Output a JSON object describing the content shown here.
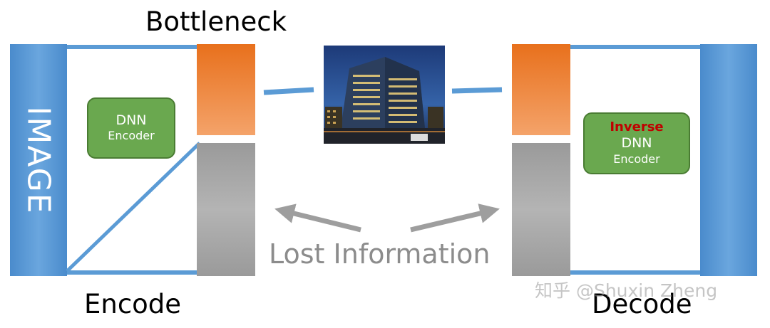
{
  "labels": {
    "bottleneck": "Bottleneck",
    "encode": "Encode",
    "decode": "Decode",
    "image": "IMAGE",
    "lost_information": "Lost Information"
  },
  "encoder_box": {
    "line1": "DNN",
    "line2": "Encoder"
  },
  "decoder_box": {
    "highlight": "Inverse",
    "line1": "DNN",
    "line2": "Encoder"
  },
  "watermark": "知乎 @Shuxin Zheng",
  "colors": {
    "blue_bar": "#5b9bd5",
    "blue_line": "#5b9bd5",
    "orange": "#ed7d31",
    "gray": "#a6a6a6",
    "green": "#6aa84f",
    "inverse_red": "#c00000",
    "lost_info_gray": "#8c8c8c"
  },
  "photo": {
    "subject": "office-building-photo"
  }
}
